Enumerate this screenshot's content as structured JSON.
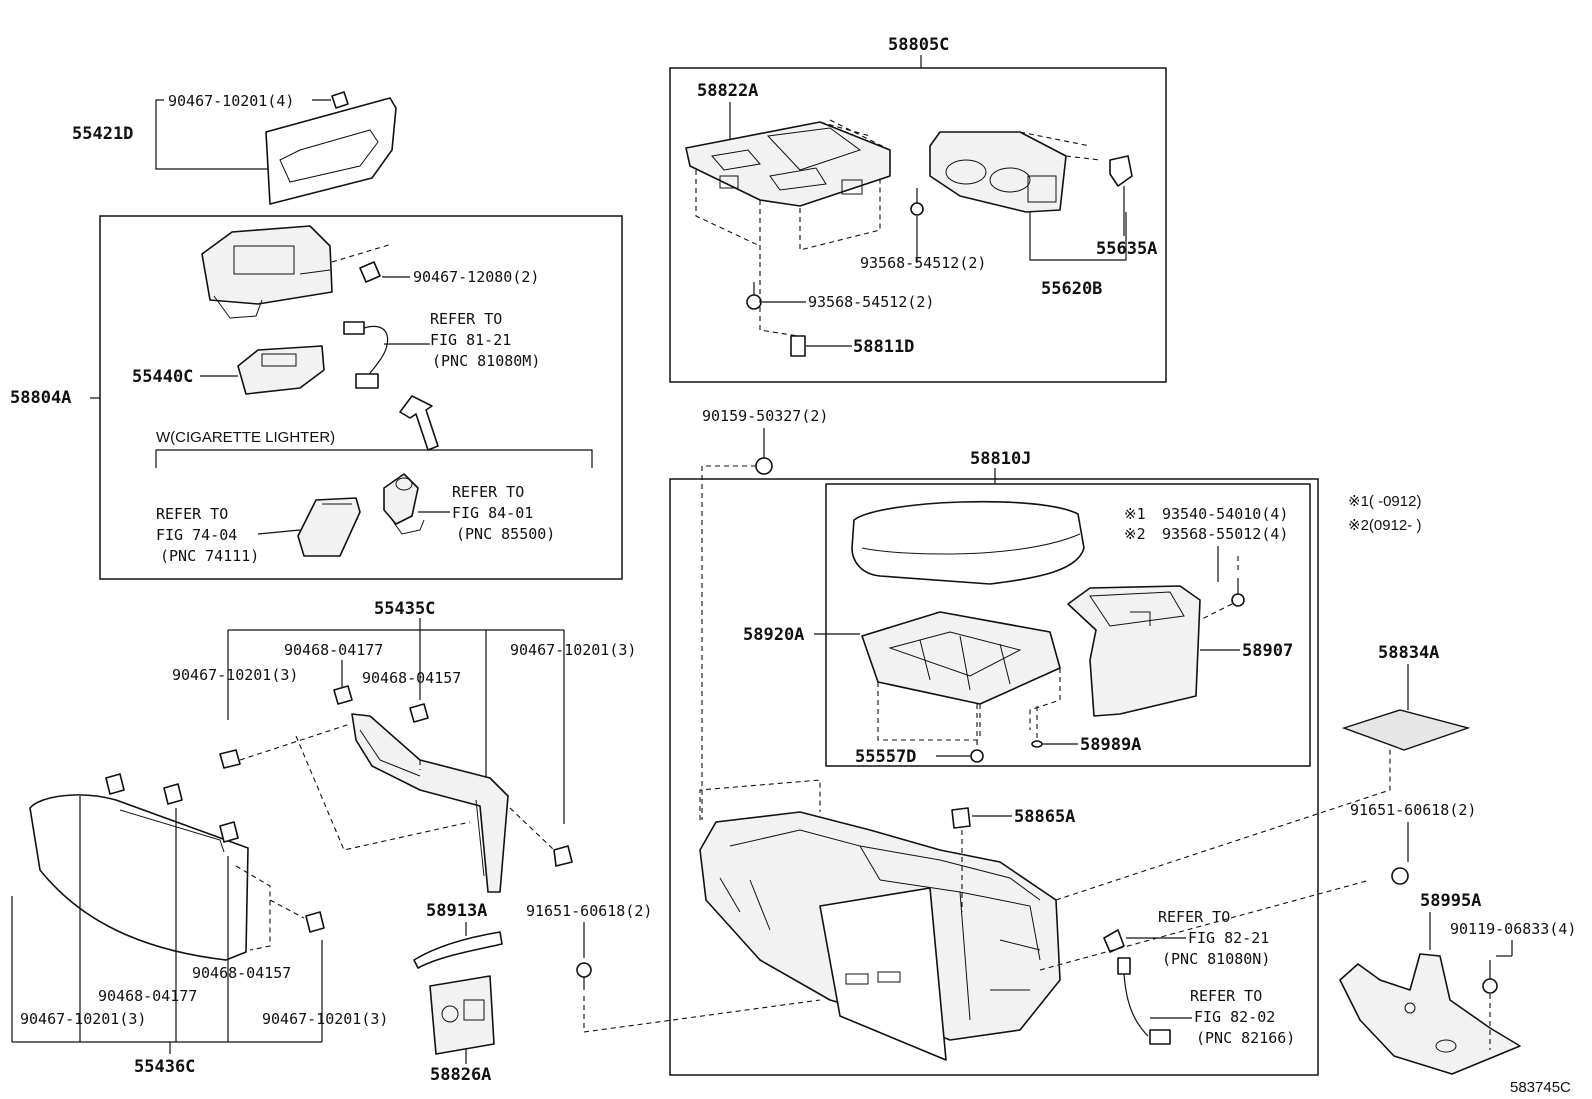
{
  "figure_code": "583745C",
  "notes": {
    "note1": "※1(   -0912)",
    "note2": "※2(0912-   )"
  },
  "labels": {
    "p58805C": "58805C",
    "p58822A": "58822A",
    "p93568_a": "93568-54512(2)",
    "p93568_b": "93568-54512(2)",
    "p58811D": "58811D",
    "p55620B": "55620B",
    "p55635A": "55635A",
    "p55421D": "55421D",
    "p90467_10201_4": "90467-10201(4)",
    "p58804A": "58804A",
    "p90467_12080": "90467-12080(2)",
    "refer1_a": "REFER TO",
    "refer1_b": "FIG 81-21",
    "refer1_c": "(PNC 81080M)",
    "p55440C": "55440C",
    "w_cig": "W(CIGARETTE LIGHTER)",
    "refer2_a": "REFER TO",
    "refer2_b": "FIG 74-04",
    "refer2_c": "(PNC 74111)",
    "refer3_a": "REFER TO",
    "refer3_b": "FIG 84-01",
    "refer3_c": "(PNC 85500)",
    "p90159": "90159-50327(2)",
    "p58810J": "58810J",
    "p93540": "93540-54010(4)",
    "p93568_55012": "93568-55012(4)",
    "mark1": "※1",
    "mark2": "※2",
    "p58920A": "58920A",
    "p58907": "58907",
    "p55557D": "55557D",
    "p58989A": "58989A",
    "p58865A": "58865A",
    "p58834A": "58834A",
    "p91651_right": "91651-60618(2)",
    "p58995A": "58995A",
    "p90119": "90119-06833(4)",
    "refer4_a": "REFER TO",
    "refer4_b": "FIG 82-21",
    "refer4_c": "(PNC 81080N)",
    "refer5_a": "REFER TO",
    "refer5_b": "FIG 82-02",
    "refer5_c": "(PNC 82166)",
    "p55435C": "55435C",
    "p90468_04177_top": "90468-04177",
    "p90467_10201_3_a": "90467-10201(3)",
    "p90468_04157_top": "90468-04157",
    "p90467_10201_3_b": "90467-10201(3)",
    "p58913A": "58913A",
    "p91651_left": "91651-60618(2)",
    "p90468_04157_bot": "90468-04157",
    "p90468_04177_bot": "90468-04177",
    "p90467_10201_3_c": "90467-10201(3)",
    "p90467_10201_3_d": "90467-10201(3)",
    "p55436C": "55436C",
    "p58826A": "58826A"
  }
}
